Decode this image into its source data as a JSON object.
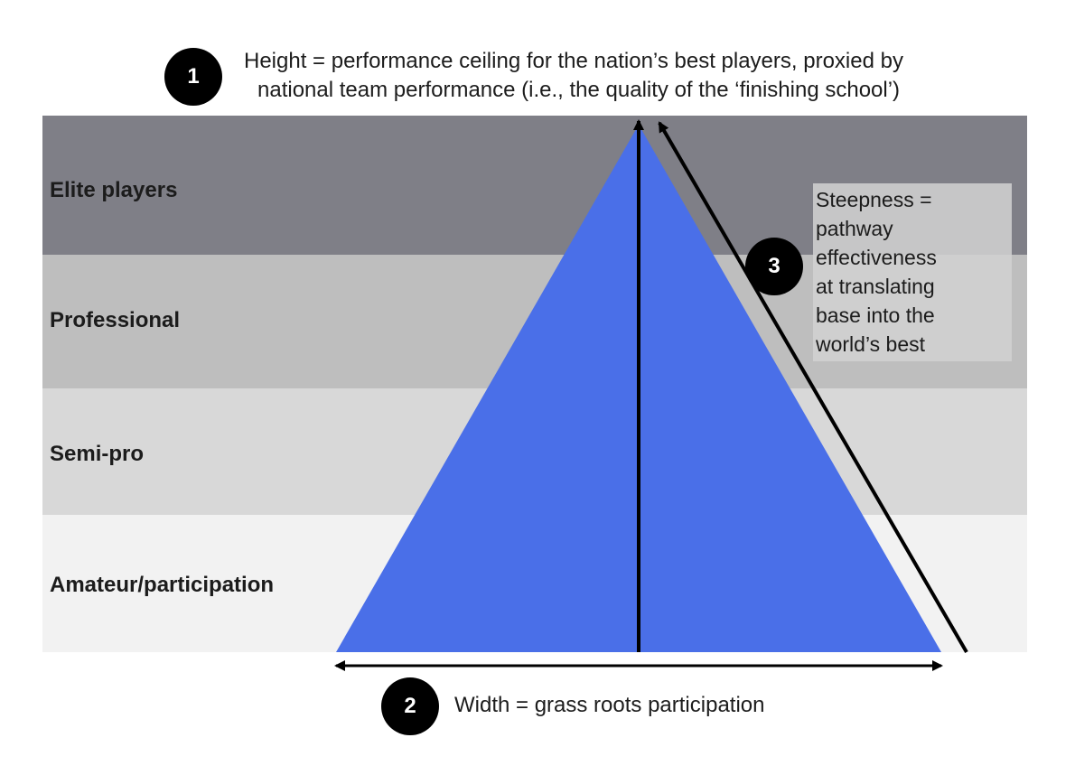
{
  "tiers": [
    {
      "label": "Elite players",
      "color": "#7f7f87"
    },
    {
      "label": "Professional",
      "color": "#bebebe"
    },
    {
      "label": "Semi-pro",
      "color": "#d8d8d8"
    },
    {
      "label": "Amateur/participation",
      "color": "#f2f2f2"
    }
  ],
  "pyramid_color": "#4a6fe8",
  "callouts": {
    "height": {
      "number": "1",
      "lines": [
        "Height = performance ceiling for the nation’s best players, proxied by",
        "national team performance (i.e., the quality of the ‘finishing school’)"
      ]
    },
    "width": {
      "number": "2",
      "text": "Width = grass roots participation"
    },
    "steepness": {
      "number": "3",
      "lines": [
        "Steepness =",
        "pathway",
        "effectiveness",
        "at translating",
        "base into the",
        "world’s best"
      ]
    }
  }
}
